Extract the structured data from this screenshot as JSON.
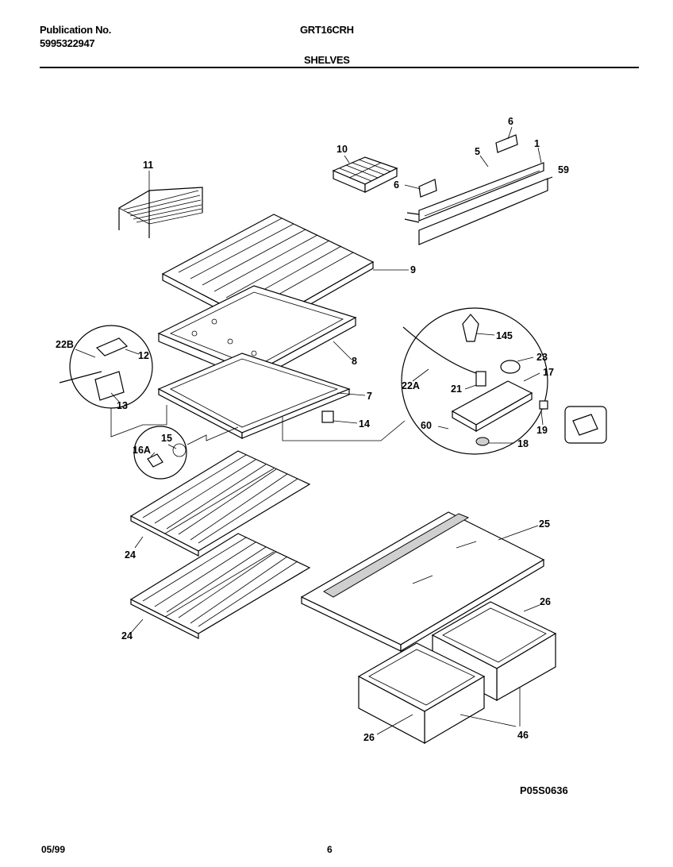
{
  "header": {
    "publication_label": "Publication No.",
    "publication_number": "5995322947",
    "model": "GRT16CRH",
    "section_title": "SHELVES"
  },
  "footer": {
    "date": "05/99",
    "page": "6",
    "diagram_code": "P05S0636"
  },
  "callouts": [
    "1",
    "5",
    "6",
    "6",
    "10",
    "59",
    "11",
    "9",
    "8",
    "7",
    "12",
    "22B",
    "13",
    "14",
    "15",
    "16A",
    "145",
    "23",
    "17",
    "22A",
    "21",
    "60",
    "19",
    "18",
    "24",
    "24",
    "25",
    "26",
    "26",
    "46"
  ]
}
